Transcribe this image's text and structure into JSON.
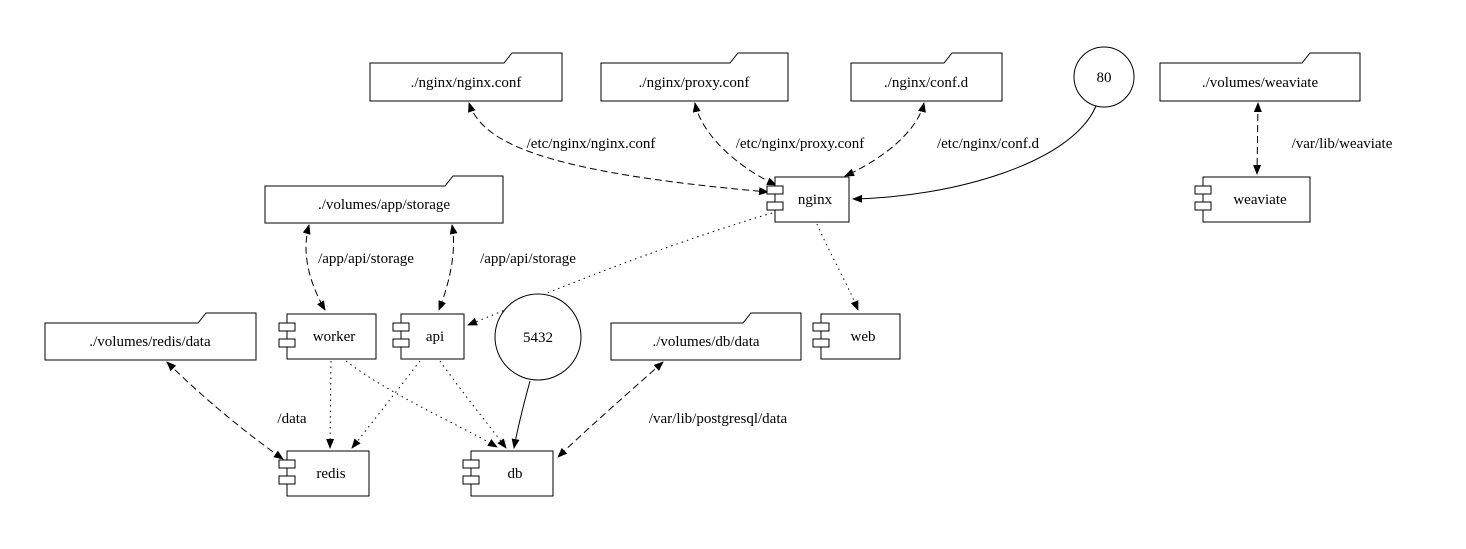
{
  "diagram": {
    "type": "graphviz-compose-graph",
    "background_color": "#ffffff",
    "stroke_color": "#000000",
    "nodes": {
      "nginx_conf": {
        "label": "./nginx/nginx.conf",
        "shape": "folder"
      },
      "proxy_conf": {
        "label": "./nginx/proxy.conf",
        "shape": "folder"
      },
      "conf_d": {
        "label": "./nginx/conf.d",
        "shape": "folder"
      },
      "port80": {
        "label": "80",
        "shape": "circle"
      },
      "volumes_weaviate": {
        "label": "./volumes/weaviate",
        "shape": "folder"
      },
      "volumes_app_storage": {
        "label": "./volumes/app/storage",
        "shape": "folder"
      },
      "nginx": {
        "label": "nginx",
        "shape": "component"
      },
      "weaviate": {
        "label": "weaviate",
        "shape": "component"
      },
      "volumes_redis_data": {
        "label": "./volumes/redis/data",
        "shape": "folder"
      },
      "worker": {
        "label": "worker",
        "shape": "component"
      },
      "api": {
        "label": "api",
        "shape": "component"
      },
      "port5432": {
        "label": "5432",
        "shape": "circle"
      },
      "volumes_db_data": {
        "label": "./volumes/db/data",
        "shape": "folder"
      },
      "web": {
        "label": "web",
        "shape": "component"
      },
      "redis": {
        "label": "redis",
        "shape": "component"
      },
      "db": {
        "label": "db",
        "shape": "component"
      }
    },
    "edge_labels": {
      "etc_nginx_nginx_conf": "/etc/nginx/nginx.conf",
      "etc_nginx_proxy_conf": "/etc/nginx/proxy.conf",
      "etc_nginx_conf_d": "/etc/nginx/conf.d",
      "var_lib_weaviate": "/var/lib/weaviate",
      "app_api_storage_worker": "/app/api/storage",
      "app_api_storage_api": "/app/api/storage",
      "data": "/data",
      "var_lib_postgresql_data": "/var/lib/postgresql/data"
    }
  }
}
